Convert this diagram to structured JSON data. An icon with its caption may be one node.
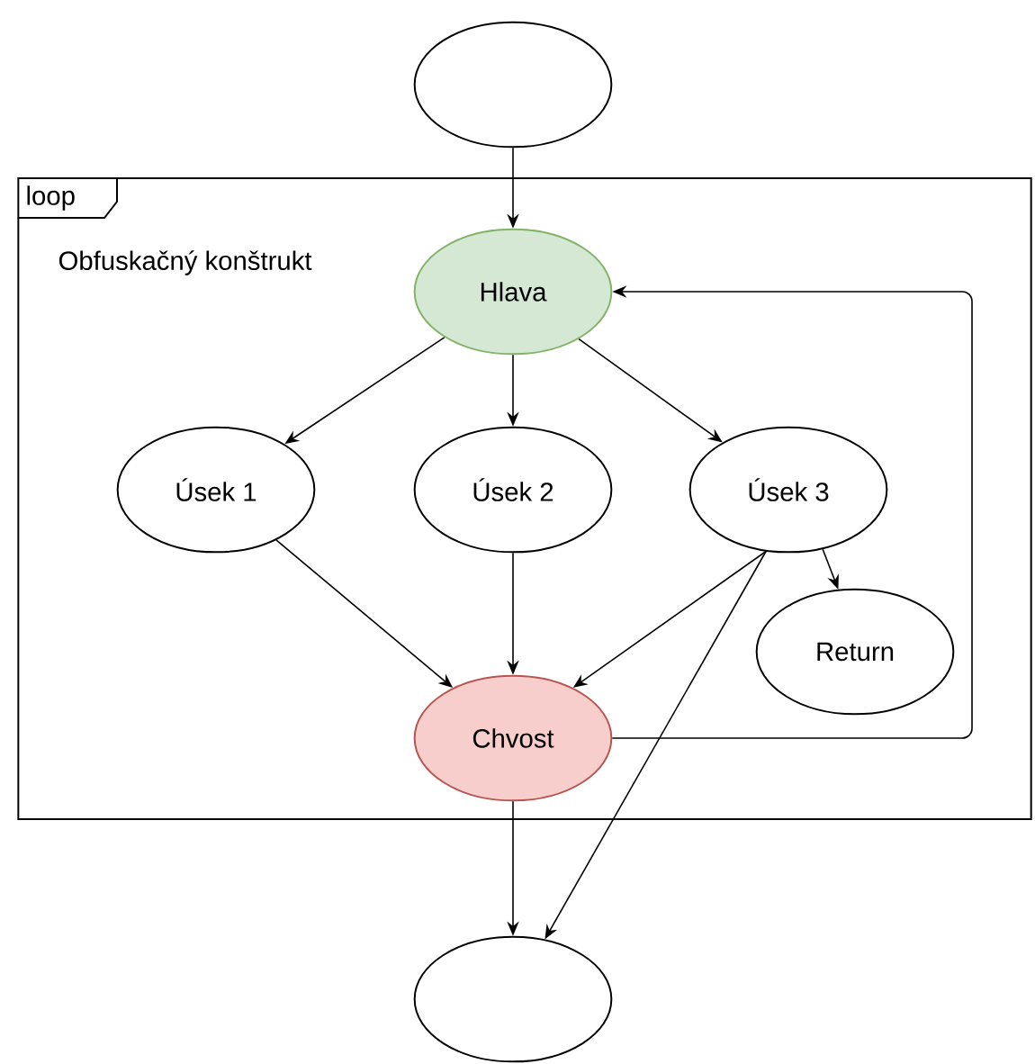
{
  "diagram": {
    "nodes": [
      {
        "text": [],
        "shape": "ellipse"
      },
      {
        "text": [
          "loop",
          "Obfuskačný konštrukt"
        ]
      },
      {
        "text": [
          "Hlava"
        ],
        "in": 1
      },
      {
        "text": [
          "Úsek 1"
        ],
        "in": 1
      },
      {
        "text": [
          "Úsek 2"
        ],
        "in": 1
      },
      {
        "text": [
          "Úsek 3"
        ],
        "in": 1
      },
      {
        "text": [
          "Return"
        ],
        "in": 1
      },
      {
        "text": [
          "Chvost"
        ],
        "in": 1
      },
      {
        "text": [],
        "shape": "ellipse"
      }
    ],
    "edges": [
      {
        "from": 0,
        "to": 2,
        "arrow": "to"
      },
      {
        "from": 2,
        "to": 3,
        "arrow": "to"
      },
      {
        "from": 2,
        "to": 4,
        "arrow": "to"
      },
      {
        "from": 2,
        "to": 5,
        "arrow": "to"
      },
      {
        "from": 3,
        "to": 7,
        "arrow": "to"
      },
      {
        "from": 4,
        "to": 7,
        "arrow": "to"
      },
      {
        "from": 5,
        "to": 7,
        "arrow": "to"
      },
      {
        "from": 5,
        "to": 6,
        "arrow": "to"
      },
      {
        "from": 5,
        "to": 8,
        "arrow": "to"
      },
      {
        "from": 7,
        "to": 2,
        "arrow": "to"
      },
      {
        "from": 7,
        "to": 8,
        "arrow": "to"
      }
    ]
  }
}
